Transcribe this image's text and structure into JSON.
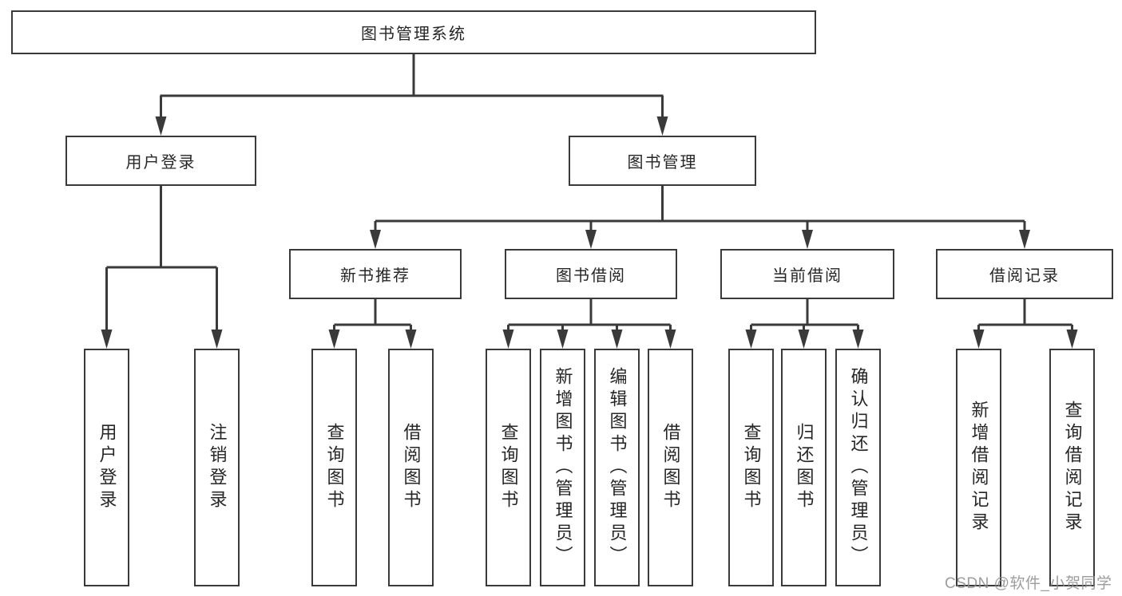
{
  "diagram": {
    "root": {
      "label": "图书管理系统"
    },
    "level2": [
      {
        "label": "用户登录"
      },
      {
        "label": "图书管理"
      }
    ],
    "level3": [
      {
        "label": "新书推荐",
        "parent": "图书管理"
      },
      {
        "label": "图书借阅",
        "parent": "图书管理"
      },
      {
        "label": "当前借阅",
        "parent": "图书管理"
      },
      {
        "label": "借阅记录",
        "parent": "图书管理"
      }
    ],
    "leaves": [
      {
        "label": "用户登录",
        "parent": "用户登录"
      },
      {
        "label": "注销登录",
        "parent": "用户登录"
      },
      {
        "label": "查询图书",
        "parent": "新书推荐"
      },
      {
        "label": "借阅图书",
        "parent": "新书推荐"
      },
      {
        "label": "查询图书",
        "parent": "图书借阅"
      },
      {
        "label": "新增图书（管理员）",
        "parent": "图书借阅"
      },
      {
        "label": "编辑图书（管理员）",
        "parent": "图书借阅"
      },
      {
        "label": "借阅图书",
        "parent": "图书借阅"
      },
      {
        "label": "查询图书",
        "parent": "当前借阅"
      },
      {
        "label": "归还图书",
        "parent": "当前借阅"
      },
      {
        "label": "确认归还（管理员）",
        "parent": "当前借阅"
      },
      {
        "label": "新增借阅记录",
        "parent": "借阅记录"
      },
      {
        "label": "查询借阅记录",
        "parent": "借阅记录"
      }
    ],
    "watermark": "CSDN @软件_小贺同学",
    "colors": {
      "line": "#3a3a3a",
      "text": "#262626",
      "watermark": "#8c8c8c",
      "background": "#ffffff"
    }
  }
}
